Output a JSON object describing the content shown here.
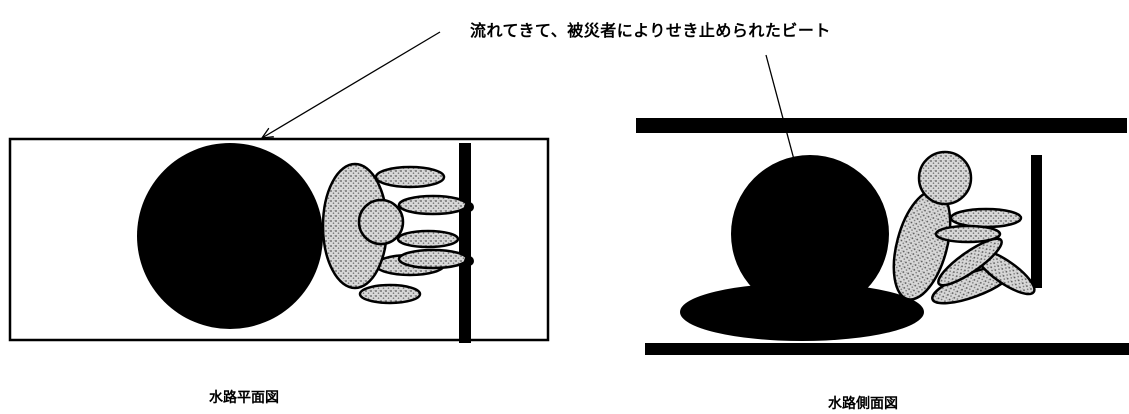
{
  "annotation": {
    "text": "流れてきて、被災者によりせき止められたビート"
  },
  "views": {
    "plan": {
      "label": "水路平面図"
    },
    "side": {
      "label": "水路側面図"
    }
  },
  "colors": {
    "ink": "#000000",
    "stipple": "#c9c9c9",
    "background": "#ffffff"
  }
}
